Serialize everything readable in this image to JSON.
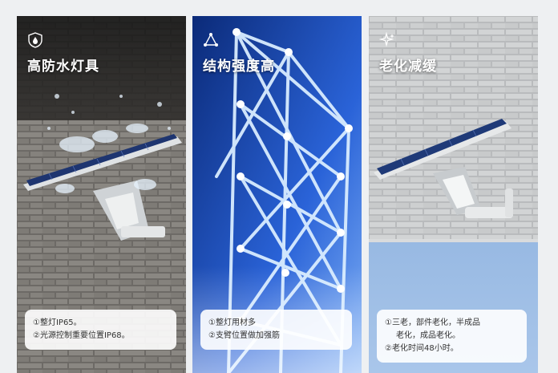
{
  "panels": [
    {
      "icon": "water-drop-shield-icon",
      "title": "高防水灯具",
      "notes": [
        "①整灯IP65。",
        "②光源控制重要位置IP68。"
      ]
    },
    {
      "icon": "triangle-structure-icon",
      "title": "结构强度高",
      "notes": [
        "①整灯用材多",
        "②支臂位置做加强筋"
      ]
    },
    {
      "icon": "sparkle-icon",
      "title": "老化减缓",
      "notes": [
        "①三老，部件老化，半成品",
        "老化，成品老化。",
        "②老化时间48小时。"
      ]
    }
  ],
  "colors": {
    "panel2_bg_top": "#0b2a78",
    "panel2_bg_bottom": "#4f8df0",
    "frame_color": "#d8ecff",
    "solar_cell": "#1f3a78",
    "sky": "#8fb4e0"
  }
}
